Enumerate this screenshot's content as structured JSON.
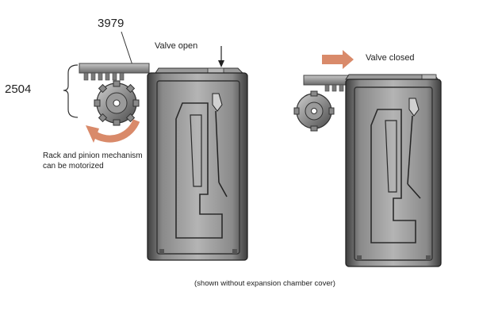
{
  "labels": {
    "ref_3979": "3979",
    "ref_2504": "2504",
    "valve_open": "Valve open",
    "valve_closed": "Valve closed",
    "rack_line1": "Rack and pinion mechanism",
    "rack_line2": "can be motorized",
    "footnote": "(shown without expansion chamber cover)"
  },
  "colors": {
    "body_dark": "#5a5a5a",
    "body_light": "#b8b8b8",
    "arrow_fill": "#d98a6a",
    "curved_arrow": "#d98a6a"
  }
}
